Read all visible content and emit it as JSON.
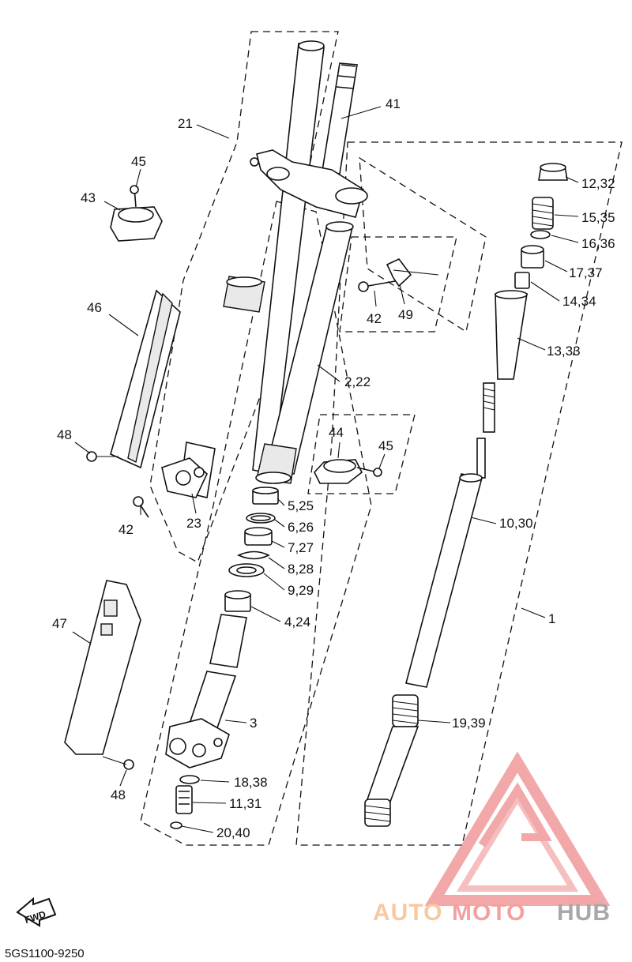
{
  "callouts": {
    "c1": "1",
    "c2_22": "2,22",
    "c3": "3",
    "c4_24": "4,24",
    "c5_25": "5,25",
    "c6_26": "6,26",
    "c7_27": "7,27",
    "c8_28": "8,28",
    "c9_29": "9,29",
    "c10_30": "10,30",
    "c11_31": "11,31",
    "c12_32": "12,32",
    "c13_33": "13,33",
    "c14_34": "14,34",
    "c15_35": "15,35",
    "c16_36": "16,36",
    "c17_37": "17,37",
    "c18_38": "18,38",
    "c19_39": "19,39",
    "c20_40": "20,40",
    "c21": "21",
    "c23": "23",
    "c41": "41",
    "c42a": "42",
    "c42b": "42",
    "c43": "43",
    "c44": "44",
    "c45a": "45",
    "c45b": "45",
    "c46": "46",
    "c47": "47",
    "c48a": "48",
    "c48b": "48",
    "c49": "49"
  },
  "fwd_label": "FWD",
  "diagram_code": "5GS1100-9250",
  "watermark": {
    "part1": "AUTO",
    "part2": "MOTO",
    "part3": "HUB",
    "colors": {
      "orange": "#f7c9a0",
      "red": "#f5a0a0",
      "gray": "#a8a8a8"
    }
  }
}
